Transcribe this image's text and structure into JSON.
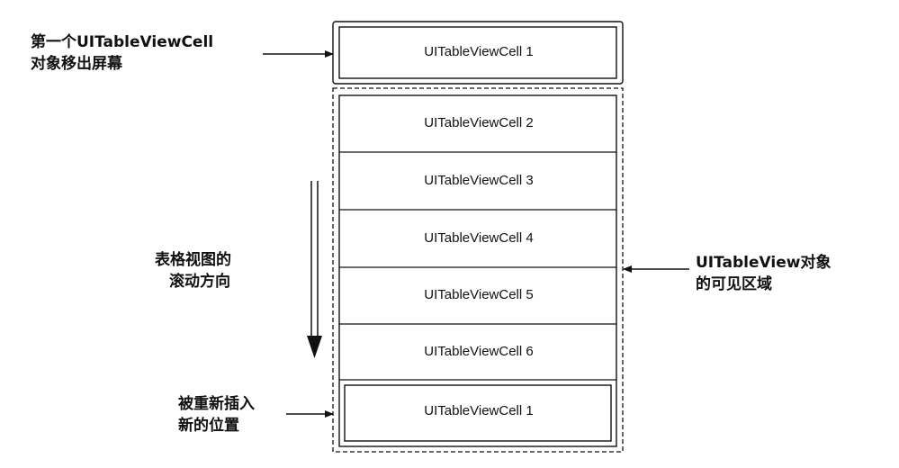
{
  "annotations": {
    "top_left": {
      "line1": "第一个UITableViewCell",
      "line2": "对象移出屏幕"
    },
    "middle_left": {
      "line1": "表格视图的",
      "line2": "滚动方向"
    },
    "bottom_left": {
      "line1": "被重新插入",
      "line2": "新的位置"
    },
    "right": {
      "line1": "UITableView对象",
      "line2": "的可见区域"
    }
  },
  "cells": {
    "top_out": "UITableViewCell 1",
    "visible": [
      "UITableViewCell 2",
      "UITableViewCell 3",
      "UITableViewCell 4",
      "UITableViewCell 5",
      "UITableViewCell 6"
    ],
    "reinserted": "UITableViewCell 1"
  }
}
